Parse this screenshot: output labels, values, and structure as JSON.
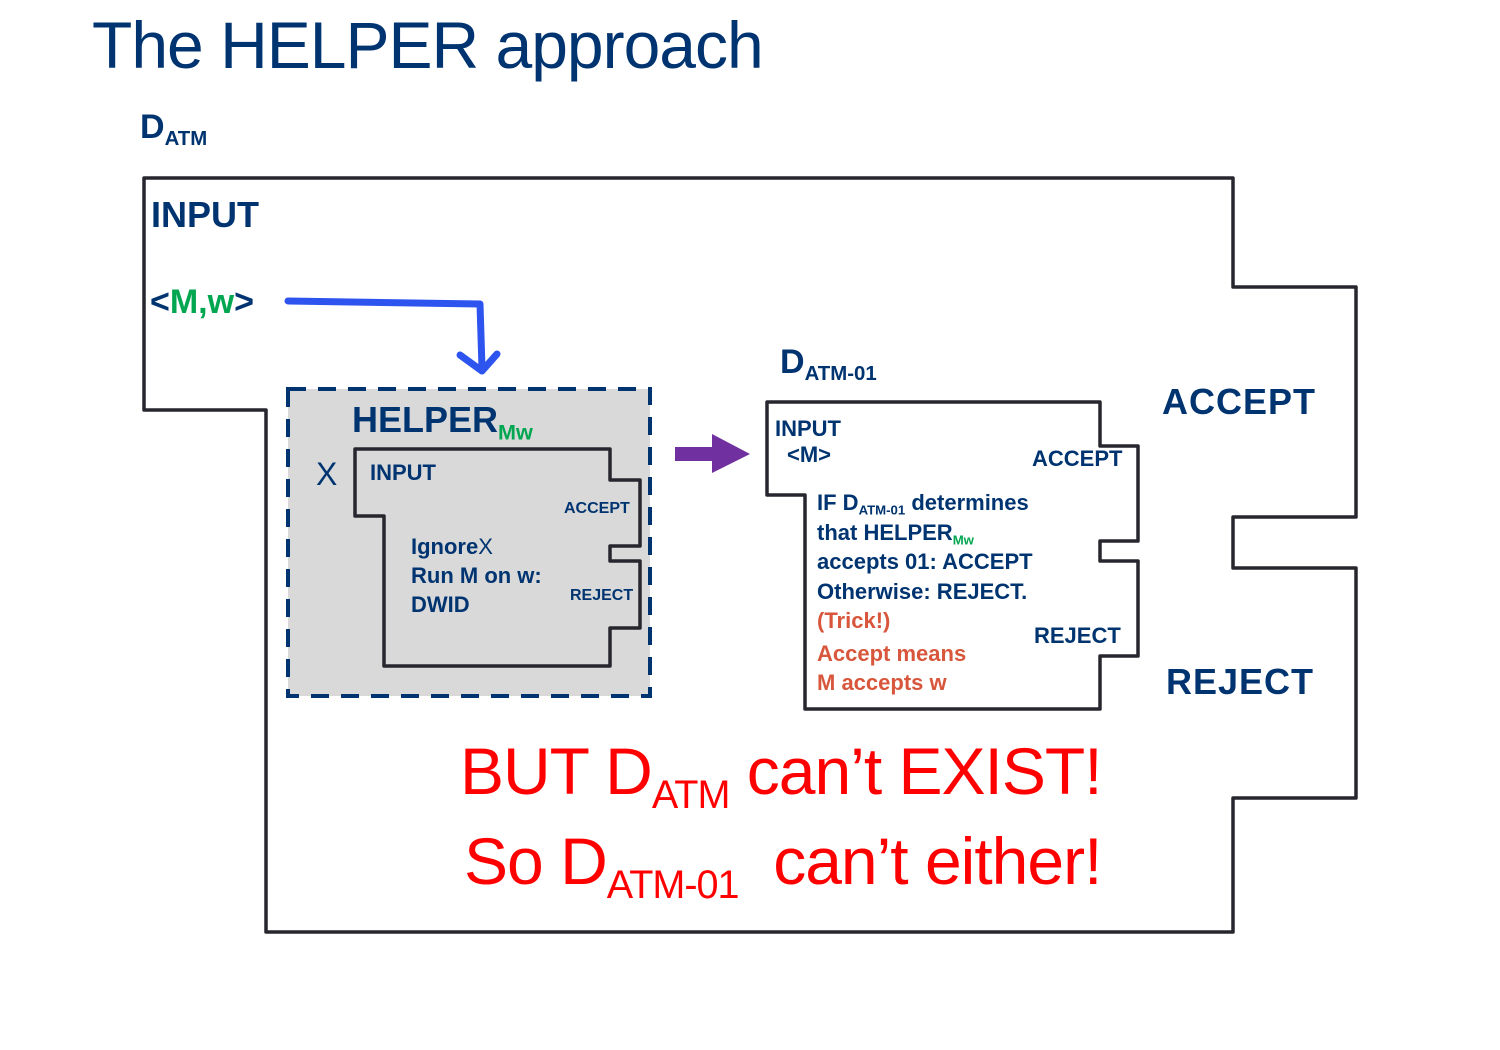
{
  "title": "The HELPER approach",
  "outer_machine": {
    "name_main": "D",
    "name_sub": "ATM",
    "input_label": "INPUT",
    "input_open": "<",
    "input_m": "M,w",
    "input_close": ">",
    "accept_label": "ACCEPT",
    "reject_label": "REJECT"
  },
  "helper": {
    "name_main": "HELPER",
    "name_sub": "Mw",
    "x_label": "X",
    "input_label": "INPUT",
    "accept_label": "ACCEPT",
    "reject_label": "REJECT",
    "body_line1": "Ignore",
    "body_line1_x": "X",
    "body_line2": "Run M on w:",
    "body_line3": "DWID"
  },
  "d01": {
    "name_main": "D",
    "name_sub": "ATM-01",
    "input_label": "INPUT",
    "input_value": "<M>",
    "accept_label": "ACCEPT",
    "reject_label": "REJECT",
    "line1_pre": "IF D",
    "line1_sub": "ATM-01",
    "line1_post": " determines",
    "line2_pre": "that HELPER",
    "line2_sub": "Mw",
    "line3": "accepts 01: ACCEPT",
    "line4": "Otherwise: REJECT.",
    "line5": "(Trick!)",
    "line6": "Accept means",
    "line7": "M accepts w"
  },
  "conclusion": {
    "line1_pre": "BUT D",
    "line1_sub": "ATM",
    "line1_post": " can’t EXIST!",
    "line2_pre": "So D",
    "line2_sub": "ATM-01",
    "line2_post": "  can’t either!"
  },
  "colors": {
    "navy": "#003471",
    "green": "#00a650",
    "orange": "#d8573c",
    "red": "#ff0000",
    "blue_arrow": "#2e54f0",
    "purple_arrow": "#7030a0",
    "helper_fill": "#d9d9d9",
    "outline": "#26262e"
  }
}
